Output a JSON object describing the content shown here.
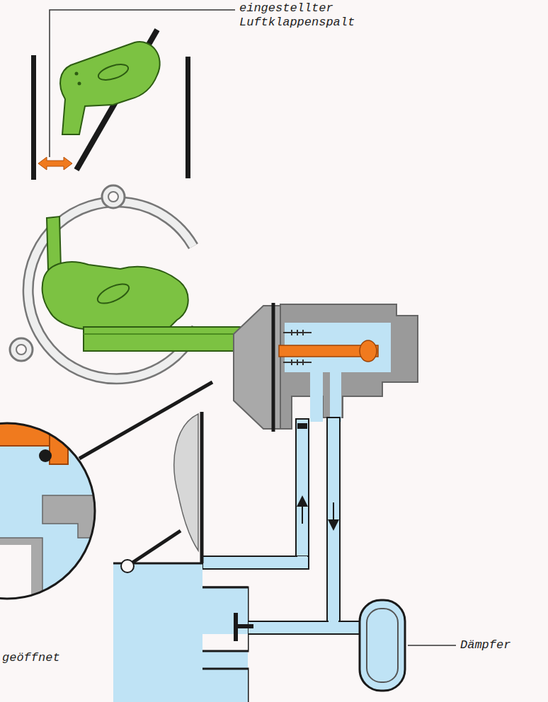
{
  "diagram": {
    "labels": [
      "eingestellter Luftklappenspalt",
      "geöffnet",
      "Dämpfer"
    ]
  }
}
